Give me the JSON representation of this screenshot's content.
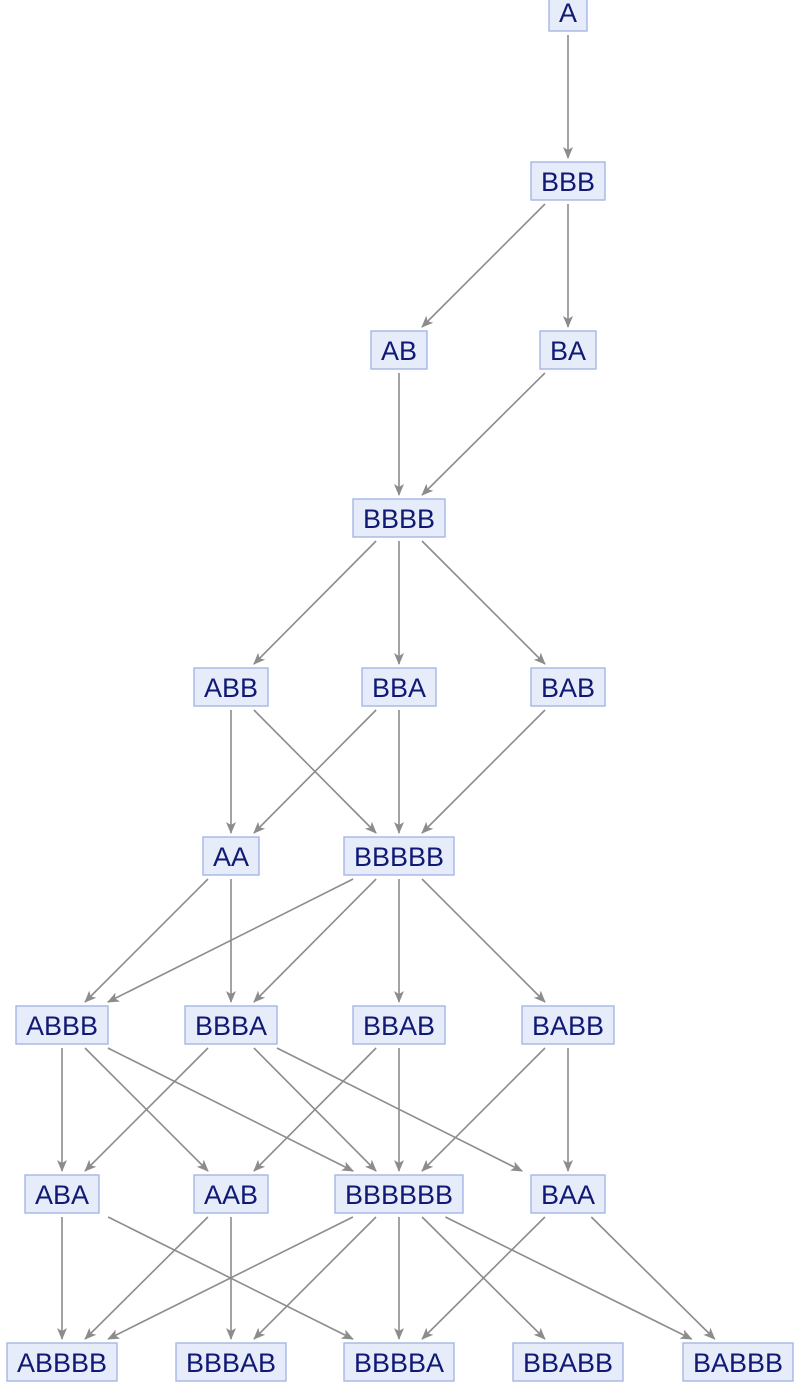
{
  "graph": {
    "nodes": [
      {
        "id": "A",
        "label": "A"
      },
      {
        "id": "BBB",
        "label": "BBB"
      },
      {
        "id": "AB",
        "label": "AB"
      },
      {
        "id": "BA",
        "label": "BA"
      },
      {
        "id": "BBBB",
        "label": "BBBB"
      },
      {
        "id": "ABB",
        "label": "ABB"
      },
      {
        "id": "BBA",
        "label": "BBA"
      },
      {
        "id": "BAB",
        "label": "BAB"
      },
      {
        "id": "AA",
        "label": "AA"
      },
      {
        "id": "BBBBB",
        "label": "BBBBB"
      },
      {
        "id": "ABBB",
        "label": "ABBB"
      },
      {
        "id": "BBBA",
        "label": "BBBA"
      },
      {
        "id": "BBAB",
        "label": "BBAB"
      },
      {
        "id": "BABB",
        "label": "BABB"
      },
      {
        "id": "ABA",
        "label": "ABA"
      },
      {
        "id": "AAB",
        "label": "AAB"
      },
      {
        "id": "BBBBBB",
        "label": "BBBBBB"
      },
      {
        "id": "BAA",
        "label": "BAA"
      },
      {
        "id": "ABBBB",
        "label": "ABBBB"
      },
      {
        "id": "BBBAB",
        "label": "BBBAB"
      },
      {
        "id": "BBBBA",
        "label": "BBBBA"
      },
      {
        "id": "BBABB",
        "label": "BBABB"
      },
      {
        "id": "BABBB",
        "label": "BABBB"
      }
    ],
    "edges": [
      [
        "A",
        "BBB"
      ],
      [
        "BBB",
        "AB"
      ],
      [
        "BBB",
        "BA"
      ],
      [
        "AB",
        "BBBB"
      ],
      [
        "BA",
        "BBBB"
      ],
      [
        "BBBB",
        "ABB"
      ],
      [
        "BBBB",
        "BBA"
      ],
      [
        "BBBB",
        "BAB"
      ],
      [
        "ABB",
        "AA"
      ],
      [
        "ABB",
        "BBBBB"
      ],
      [
        "BBA",
        "AA"
      ],
      [
        "BBA",
        "BBBBB"
      ],
      [
        "BAB",
        "BBBBB"
      ],
      [
        "AA",
        "ABBB"
      ],
      [
        "AA",
        "BBBA"
      ],
      [
        "BBBBB",
        "ABBB"
      ],
      [
        "BBBBB",
        "BBBA"
      ],
      [
        "BBBBB",
        "BBAB"
      ],
      [
        "BBBBB",
        "BABB"
      ],
      [
        "ABBB",
        "ABA"
      ],
      [
        "ABBB",
        "AAB"
      ],
      [
        "ABBB",
        "BBBBBB"
      ],
      [
        "BBBA",
        "ABA"
      ],
      [
        "BBBA",
        "BBBBBB"
      ],
      [
        "BBBA",
        "BAA"
      ],
      [
        "BBAB",
        "AAB"
      ],
      [
        "BBAB",
        "BBBBBB"
      ],
      [
        "BABB",
        "BBBBBB"
      ],
      [
        "BABB",
        "BAA"
      ],
      [
        "ABA",
        "ABBBB"
      ],
      [
        "ABA",
        "BBBBA"
      ],
      [
        "AAB",
        "ABBBB"
      ],
      [
        "AAB",
        "BBBAB"
      ],
      [
        "BBBBBB",
        "ABBBB"
      ],
      [
        "BBBBBB",
        "BBBAB"
      ],
      [
        "BBBBBB",
        "BBBBA"
      ],
      [
        "BBBBBB",
        "BBABB"
      ],
      [
        "BBBBBB",
        "BABBB"
      ],
      [
        "BAA",
        "BBBBA"
      ],
      [
        "BAA",
        "BABBB"
      ]
    ]
  }
}
